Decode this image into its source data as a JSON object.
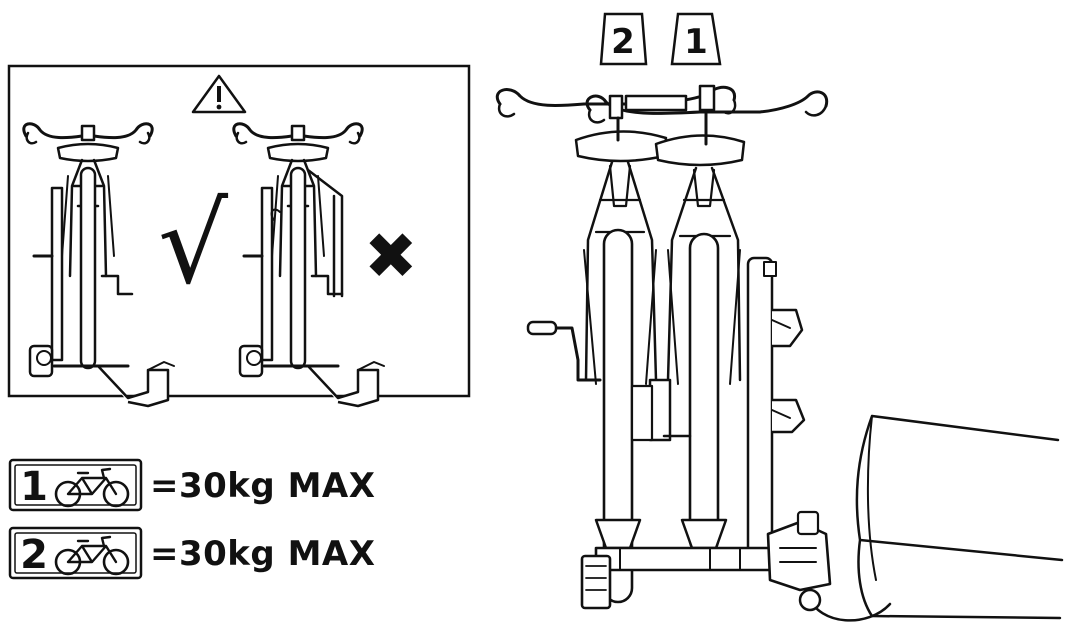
{
  "warning_panel": {
    "warning_icon": "warning-triangle-icon",
    "correct_mark": "√",
    "incorrect_mark": "✖"
  },
  "bike_markers": [
    {
      "number": "2"
    },
    {
      "number": "1"
    }
  ],
  "weight_limits": [
    {
      "position": "1",
      "icon": "bicycle-icon",
      "text": "=30kg MAX"
    },
    {
      "position": "2",
      "icon": "bicycle-icon",
      "text": "=30kg MAX"
    }
  ]
}
